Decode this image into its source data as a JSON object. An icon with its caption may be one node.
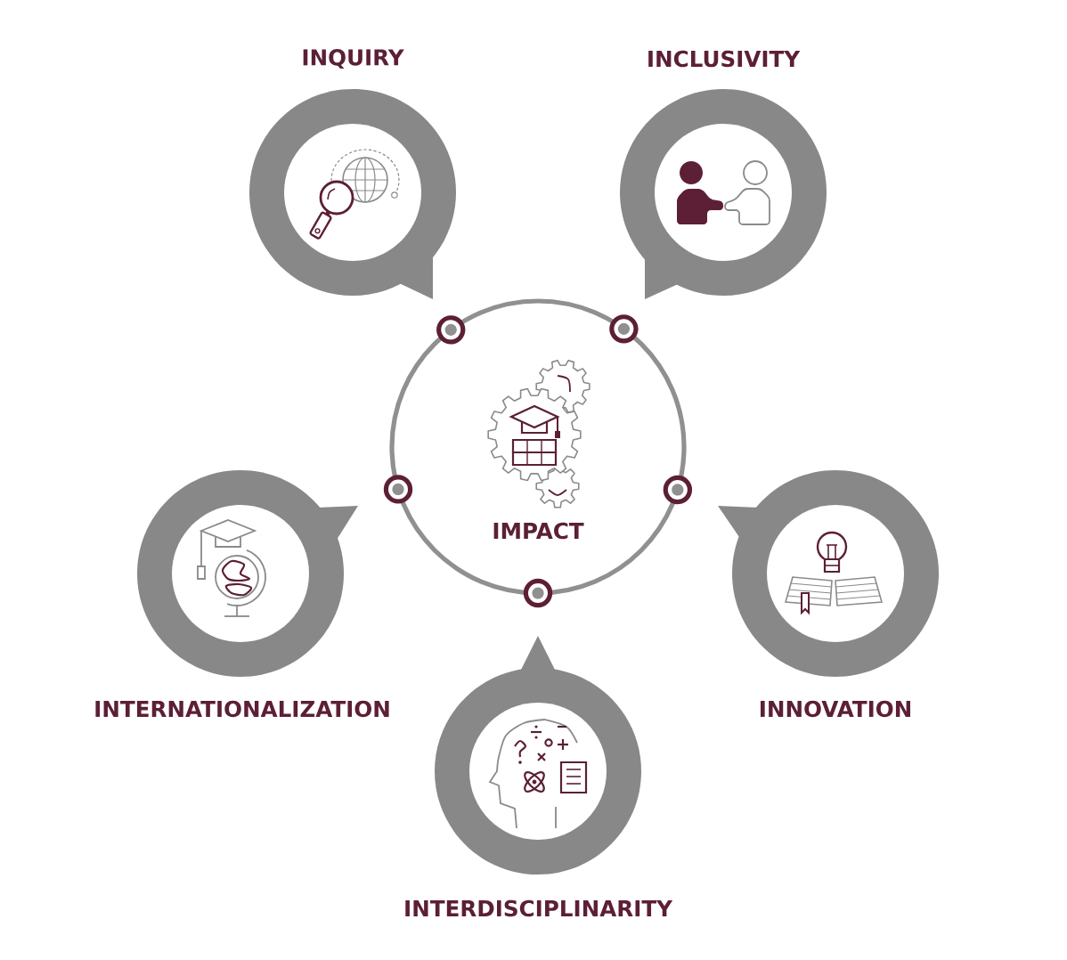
{
  "diagram": {
    "nodes": [
      {
        "text": [
          "INQUIRY"
        ]
      },
      {
        "text": [
          "INCLUSIVITY"
        ]
      },
      {
        "text": [
          "IMPACT"
        ]
      },
      {
        "text": [
          "INTERNATIONALIZATION"
        ]
      },
      {
        "text": [
          "INNOVATION"
        ]
      },
      {
        "text": [
          "INTERDISCIPLINARITY"
        ]
      }
    ]
  }
}
